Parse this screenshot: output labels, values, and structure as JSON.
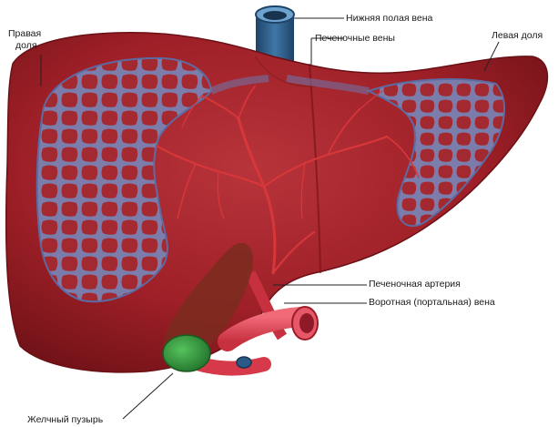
{
  "labels": {
    "right_lobe_line1": "Правая",
    "right_lobe_line2": "доля",
    "left_lobe": "Левая доля",
    "ivc": "Нижняя полая вена",
    "hepatic_veins": "Печеночные вены",
    "hepatic_artery": "Печеночная артерия",
    "portal_vein": "Воротная (портальная) вена",
    "gallbladder": "Желчный пузырь"
  },
  "colors": {
    "liver": "#a1222a",
    "liver_dark": "#6e1217",
    "vein_network": "#5a6fa8",
    "vein_fill": "#7e86b4",
    "artery": "#d8373a",
    "portal_vein": "#e0475a",
    "ivc": "#2c5a86",
    "gallbladder": "#2f9a3a"
  }
}
